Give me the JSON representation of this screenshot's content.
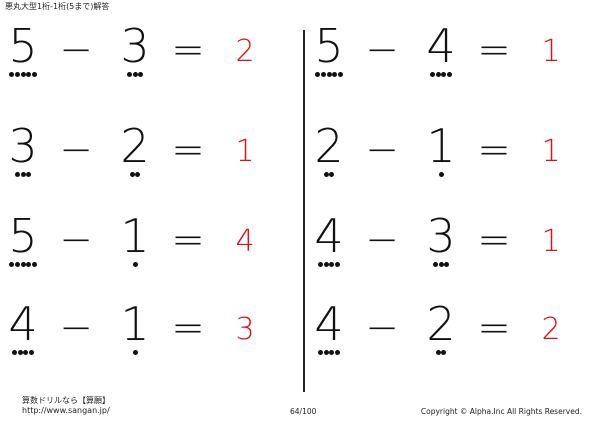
{
  "header": {
    "title": "悪丸大型1桁-1桁(5まで)解答"
  },
  "problems": {
    "left": [
      {
        "a": "5",
        "b": "3",
        "minus": "−",
        "equals": "=",
        "answer": "2",
        "a_dots": 5,
        "b_dots": 3
      },
      {
        "a": "3",
        "b": "2",
        "minus": "−",
        "equals": "=",
        "answer": "1",
        "a_dots": 3,
        "b_dots": 2
      },
      {
        "a": "5",
        "b": "1",
        "minus": "−",
        "equals": "=",
        "answer": "4",
        "a_dots": 5,
        "b_dots": 1
      },
      {
        "a": "4",
        "b": "1",
        "minus": "−",
        "equals": "=",
        "answer": "3",
        "a_dots": 4,
        "b_dots": 1
      }
    ],
    "right": [
      {
        "a": "5",
        "b": "4",
        "minus": "−",
        "equals": "=",
        "answer": "1",
        "a_dots": 5,
        "b_dots": 4
      },
      {
        "a": "2",
        "b": "1",
        "minus": "−",
        "equals": "=",
        "answer": "1",
        "a_dots": 2,
        "b_dots": 1
      },
      {
        "a": "4",
        "b": "3",
        "minus": "−",
        "equals": "=",
        "answer": "1",
        "a_dots": 4,
        "b_dots": 3
      },
      {
        "a": "4",
        "b": "2",
        "minus": "−",
        "equals": "=",
        "answer": "2",
        "a_dots": 4,
        "b_dots": 2
      }
    ]
  },
  "footer": {
    "site_name": "算数ドリルなら【算願】",
    "url": "http://www.sangan.jp/",
    "page": "64/100",
    "copyright": "Copyright © Alpha.Inc All Rights Reserved."
  },
  "colors": {
    "answer": "#e0101a",
    "text": "#111111"
  }
}
